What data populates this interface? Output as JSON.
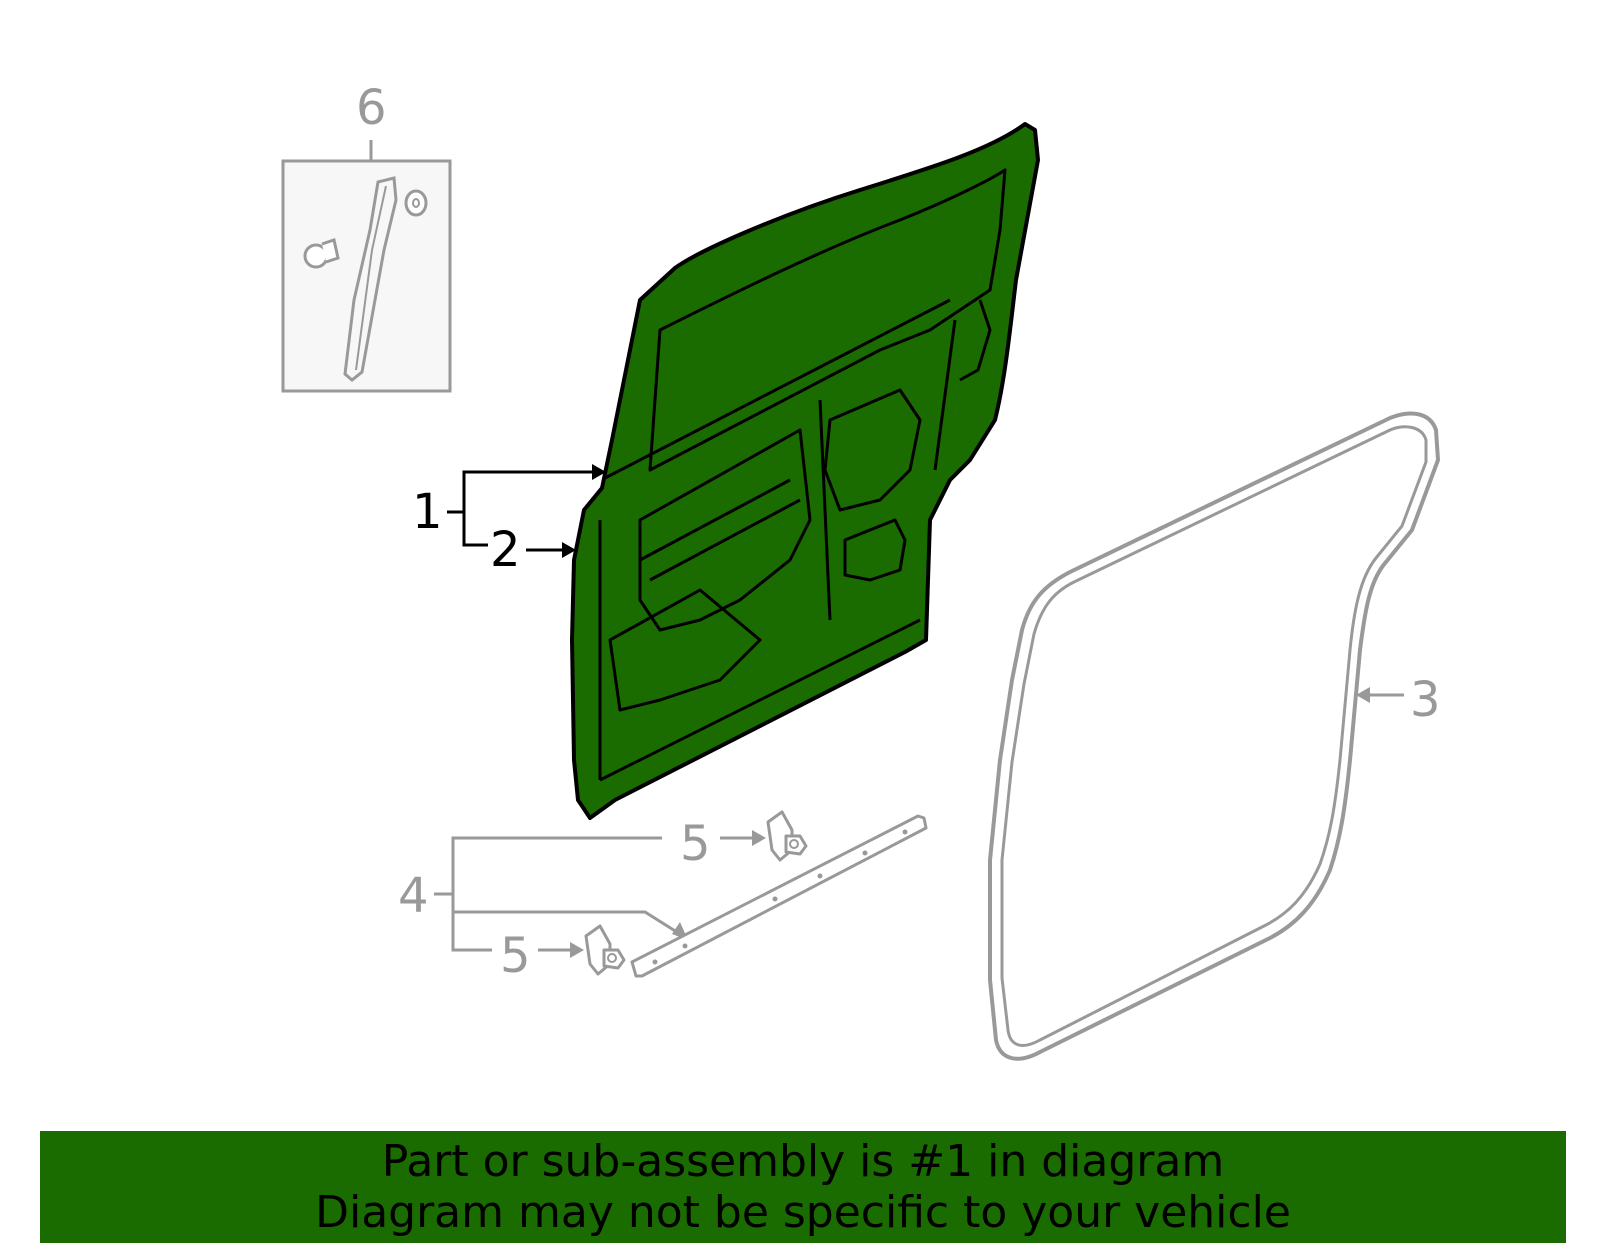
{
  "callouts": {
    "c1": "1",
    "c2": "2",
    "c3": "3",
    "c4": "4",
    "c5a": "5",
    "c5b": "5",
    "c6": "6"
  },
  "banner": {
    "line1": "Part or sub-assembly is #1 in diagram",
    "line2": "Diagram may not be specific to your vehicle"
  },
  "colors": {
    "highlight_fill": "#1a6b00",
    "banner_background": "#1a6b00",
    "secondary_parts": "#999999",
    "primary_lines": "#000000"
  }
}
